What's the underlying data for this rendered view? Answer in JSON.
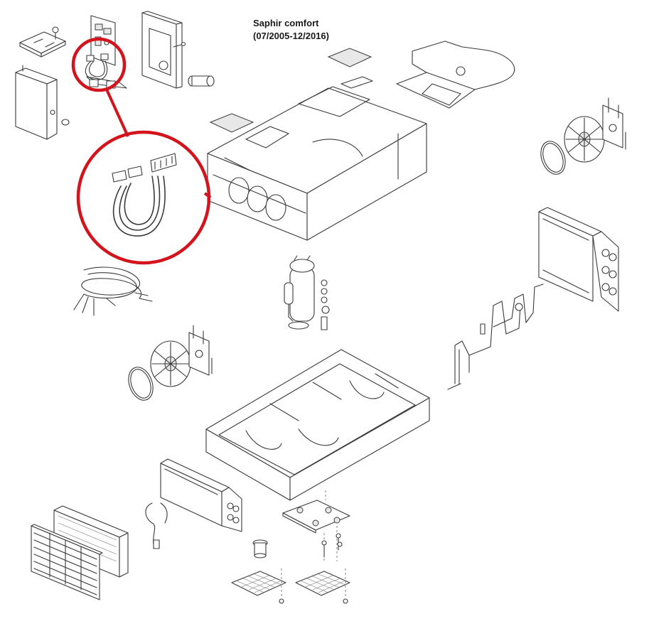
{
  "diagram": {
    "title_line1": "Saphir comfort",
    "title_line2": "(07/2005-12/2016)",
    "highlight_color": "#d4141c",
    "line_color": "#3a3a3a",
    "parts": [
      "control-board",
      "cable-harness",
      "top-cover",
      "housing-top",
      "blower-right",
      "condenser-coil",
      "refrigerant-pipes",
      "compressor",
      "wiring-loom",
      "blower-left",
      "housing-bottom",
      "evaporator-coil",
      "temperature-sensor",
      "air-filter",
      "air-grille",
      "mounting-plate",
      "drain-plug",
      "mesh-filter-left",
      "mesh-filter-right"
    ]
  }
}
